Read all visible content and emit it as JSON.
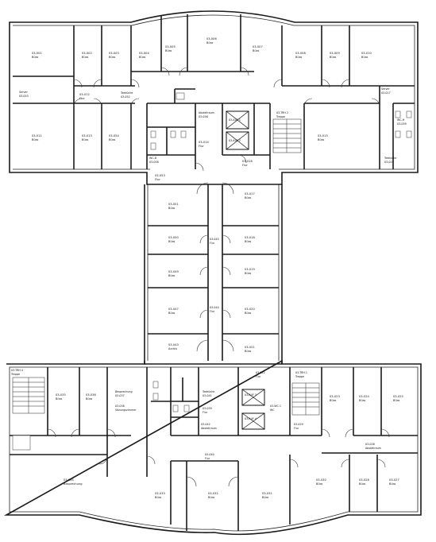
{
  "rooms": {
    "r001": {
      "num": "03-001",
      "name": "Büro"
    },
    "r002": {
      "num": "03-002",
      "name": "Büro"
    },
    "r003": {
      "num": "03-003",
      "name": "Büro"
    },
    "r004": {
      "num": "03-004",
      "name": "Büro"
    },
    "r005": {
      "num": "03-005",
      "name": "Büro"
    },
    "r006": {
      "num": "03-006",
      "name": "Büro"
    },
    "r007": {
      "num": "03-007",
      "name": "Büro"
    },
    "r008": {
      "num": "03-008",
      "name": "Büro"
    },
    "r009": {
      "num": "03-009",
      "name": "Büro"
    },
    "r010": {
      "num": "03-010",
      "name": "Büro"
    },
    "r011": {
      "num": "03-011",
      "name": "Büro"
    },
    "r012": {
      "num": "03-012",
      "name": "Flur"
    },
    "r013": {
      "num": "03-013",
      "name": "Büro"
    },
    "r014": {
      "num": "03-014",
      "name": "Flur"
    },
    "r015": {
      "num": "03-015",
      "name": "Büro"
    },
    "r016": {
      "num": "03-016",
      "name": "Flur"
    },
    "r051": {
      "num": "03-051",
      "name": "Büro"
    },
    "r053": {
      "num": "03-053",
      "name": "Flur"
    },
    "r054": {
      "num": "03-054",
      "name": "Büro"
    },
    "r055": {
      "num": "03-055",
      "name": "Büro"
    },
    "server1": {
      "num": "03-053",
      "name": "Server"
    },
    "server2": {
      "num": "03-017",
      "name": "Server"
    },
    "wc1": {
      "num": "03-058",
      "name": "WC-D"
    },
    "wc2": {
      "num": "03-059",
      "name": "WC-H"
    },
    "teekueche1": {
      "num": "03-052",
      "name": "Teeküche"
    },
    "teekueche2": {
      "num": "03-018",
      "name": "Teeküche"
    },
    "treppe1": {
      "num": "03-TRH 2",
      "name": "Treppe"
    },
    "treppe2": {
      "num": "03-TRH 3",
      "name": "Treppe"
    },
    "aufzug1": {
      "num": "03-AUF 1",
      "name": "Aufzug"
    },
    "aufzug2": {
      "num": "03-AUF 2",
      "name": "Aufzug"
    },
    "abstell1": {
      "num": "03-056",
      "name": "Abstellraum"
    },
    "wing1": {
      "num": "03-051",
      "name": "Büro"
    },
    "wing2": {
      "num": "03-050",
      "name": "Büro"
    },
    "wing3": {
      "num": "03-049",
      "name": "Büro"
    },
    "wing4": {
      "num": "03-047",
      "name": "Büro"
    },
    "wing5": {
      "num": "03-043",
      "name": "Archiv"
    },
    "wing6": {
      "num": "03-017",
      "name": "Büro"
    },
    "wing7": {
      "num": "03-018",
      "name": "Büro"
    },
    "wing8": {
      "num": "03-019",
      "name": "Büro"
    },
    "wing9": {
      "num": "03-020",
      "name": "Büro"
    },
    "wing10": {
      "num": "03-021",
      "name": "Büro"
    },
    "wingflur1": {
      "num": "03-045",
      "name": "Flur"
    },
    "wingflur2": {
      "num": "03-044",
      "name": "Flur"
    },
    "b1": {
      "num": "03-TRH 4",
      "name": "Treppe"
    },
    "b2": {
      "num": "03-035",
      "name": "Büro"
    },
    "b3": {
      "num": "03-036",
      "name": "Büro"
    },
    "b4": {
      "num": "03-037",
      "name": "Besprechung"
    },
    "b5": {
      "num": "03-038",
      "name": "Sitzungszimmer"
    },
    "b6": {
      "num": "03-039",
      "name": "Flur"
    },
    "b7": {
      "num": "03-040",
      "name": "Flur"
    },
    "b8": {
      "num": "03-041",
      "name": "Teeküche"
    },
    "b9": {
      "num": "03-042",
      "name": "Abstellraum"
    },
    "b10": {
      "num": "03-TRH 1",
      "name": "Treppe"
    },
    "b11": {
      "num": "03-022",
      "name": "Flur"
    },
    "b12": {
      "num": "03-023",
      "name": "Büro"
    },
    "b13": {
      "num": "03-024",
      "name": "Büro"
    },
    "b14": {
      "num": "03-025",
      "name": "Büro"
    },
    "b15": {
      "num": "03-026",
      "name": "Abstellraum"
    },
    "b16": {
      "num": "03-027",
      "name": "Büro"
    },
    "b17": {
      "num": "03-028",
      "name": "Büro"
    },
    "b18": {
      "num": "03-029",
      "name": "Flur"
    },
    "b19": {
      "num": "03-030",
      "name": "Büro"
    },
    "b20": {
      "num": "03-031",
      "name": "Büro"
    },
    "b21": {
      "num": "03-032",
      "name": "Büro"
    },
    "b22": {
      "num": "03-033",
      "name": "Büro"
    },
    "b23": {
      "num": "03-034",
      "name": "Besprechung"
    },
    "b24": {
      "num": "03-AUF 3",
      "name": "Aufzug"
    },
    "b25": {
      "num": "03-AUF 4",
      "name": "Aufzug"
    },
    "b26": {
      "num": "03-WC 1",
      "name": "WC"
    }
  }
}
